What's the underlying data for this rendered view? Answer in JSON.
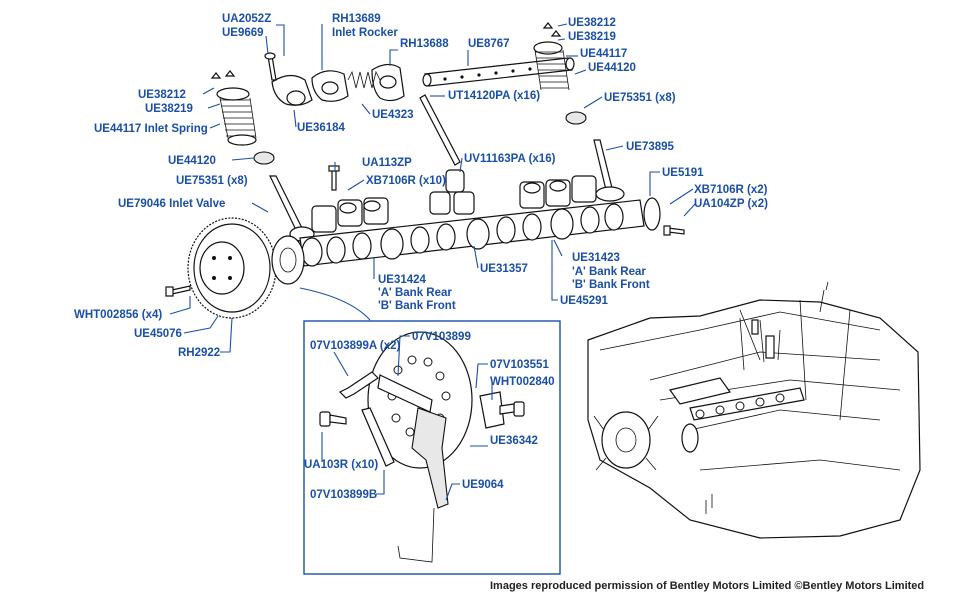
{
  "colors": {
    "label": "#1a4fa8",
    "ink": "#111111",
    "inset_border": "#1a4fa8"
  },
  "labels": {
    "ua2052z": "UA2052Z",
    "ue9669": "UE9669",
    "rh13689": "RH13689",
    "inlet_rocker": "Inlet Rocker",
    "rh13688": "RH13688",
    "ue8767": "UE8767",
    "ue38212_r": "UE38212",
    "ue38219_r": "UE38219",
    "ue44117_r": "UE44117",
    "ue44120_r": "UE44120",
    "ue38212_l": "UE38212",
    "ue38219_l": "UE38219",
    "ue44117_inlet_spring": "UE44117 Inlet Spring",
    "ue36184": "UE36184",
    "ue4323": "UE4323",
    "ut14120pa": "UT14120PA (x16)",
    "ue75351_r": "UE75351 (x8)",
    "ue44120_l": "UE44120",
    "ue75351_l": "UE75351 (x8)",
    "ua113zp": "UA113ZP",
    "uv11163pa": "UV11163PA (x16)",
    "ue73895": "UE73895",
    "xb7106r_x10": "XB7106R (x10)",
    "ue5191": "UE5191",
    "xb7106r_x2": "XB7106R (x2)",
    "ua104zp": "UA104ZP (x2)",
    "ue79046": "UE79046 Inlet Valve",
    "ue31424": "UE31424",
    "a_bank_rear_1": "'A' Bank Rear",
    "b_bank_front_1": "'B' Bank Front",
    "ue31357": "UE31357",
    "ue31423": "UE31423",
    "a_bank_rear_2": "'A' Bank Rear",
    "b_bank_front_2": "'B' Bank Front",
    "ue45291": "UE45291",
    "wht002856": "WHT002856 (x4)",
    "ue45076": "UE45076",
    "rh2922": "RH2922",
    "v07v103899a": "07V103899A (x2)",
    "v07v103899": "07V103899",
    "v07v103551": "07V103551",
    "wht002840": "WHT002840",
    "ue36342": "UE36342",
    "ua103r": "UA103R (x10)",
    "ue9064": "UE9064",
    "v07v103899b": "07V103899B"
  },
  "credit": "Images reproduced permission of Bentley Motors Limited ©Bentley Motors Limited"
}
